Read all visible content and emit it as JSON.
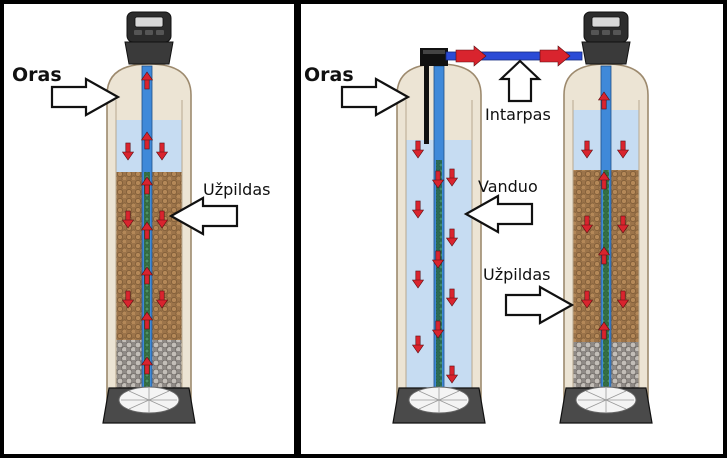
{
  "left_panel": {
    "air_label": "Oras",
    "media_label": "Užpildas"
  },
  "right_panel": {
    "air_label": "Oras",
    "gap_label": "Intarpas",
    "water_label": "Vanduo",
    "media_label": "Užpildas"
  },
  "colors": {
    "frame": "#000000",
    "tank_shell": "#ece4d4",
    "water": "#c6dcf2",
    "media": "#a27a4e",
    "gravel": "#a6a09a",
    "riser": "#3f89d9",
    "inner_riser": "#3c7d4c",
    "flow_arrow": "#d9242e",
    "connector_pipe": "#2b4bd6",
    "valve_head": "#2c2c2c"
  },
  "icons": [
    "control-valve-icon",
    "flow-arrow-icon",
    "pointer-arrow-icon",
    "distributor-icon"
  ]
}
